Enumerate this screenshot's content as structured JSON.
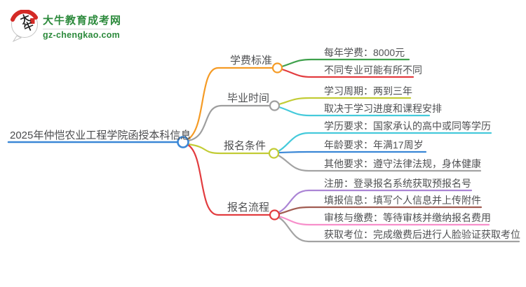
{
  "site": {
    "logo_mark_text": "大牛",
    "logo_title": "大牛教育成考网",
    "logo_domain": "gz-chengkao.com",
    "brand_green": "#2c8a3c",
    "brand_red": "#d42a26"
  },
  "mindmap": {
    "root": {
      "label": "2025年仲恺农业工程学院函授本科信息",
      "color": "#3a87d6"
    },
    "branches": [
      {
        "label": "学费标准",
        "color": "#f59b25",
        "children": [
          {
            "label": "每年学费：8000元",
            "color": "#3fa14c"
          },
          {
            "label": "不同专业可能有所不同",
            "color": "#e23c3f"
          }
        ]
      },
      {
        "label": "毕业时间",
        "color": "#9e9e9e",
        "children": [
          {
            "label": "学习周期：两到三年",
            "color": "#c2cc35"
          },
          {
            "label": "取决于学习进度和课程安排",
            "color": "#45cadb"
          }
        ]
      },
      {
        "label": "报名条件",
        "color": "#c2cc35",
        "children": [
          {
            "label": "学历要求：国家承认的高中或同等学历",
            "color": "#45cadb"
          },
          {
            "label": "年龄要求：年满17周岁",
            "color": "#3a87d6"
          },
          {
            "label": "其他要求：遵守法律法规，身体健康",
            "color": "#a3a3a3"
          }
        ]
      },
      {
        "label": "报名流程",
        "color": "#e23c3f",
        "children": [
          {
            "label": "注册：登录报名系统获取预报名号",
            "color": "#ab85d5"
          },
          {
            "label": "填报信息：填写个人信息并上传附件",
            "color": "#a15c51"
          },
          {
            "label": "审核与缴费：等待审核并缴纳报名费用",
            "color": "#f78fcb"
          },
          {
            "label": "获取考位：完成缴费后进行人脸验证获取考位",
            "color": "#a3a3a3"
          }
        ]
      }
    ]
  }
}
